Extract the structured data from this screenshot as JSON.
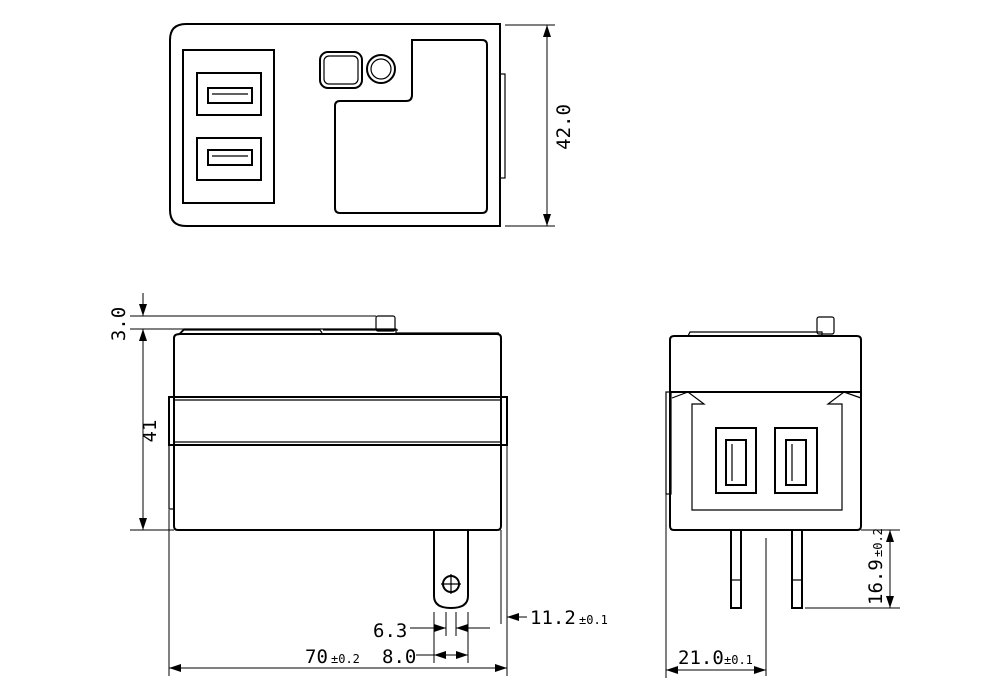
{
  "drawing": {
    "dimensions": {
      "top_height": "42.0",
      "side_offset": "3.0",
      "side_height": "41",
      "pin_width": "6.3",
      "pin_spacing": "8.0",
      "pin_length": "11.2",
      "pin_length_tol": "±0.1",
      "overall_length": "70",
      "overall_length_tol": "±0.2",
      "pin_height": "16.9",
      "pin_height_tol": "±0.2",
      "end_width": "21.0",
      "end_width_tol": "±0.1"
    }
  }
}
